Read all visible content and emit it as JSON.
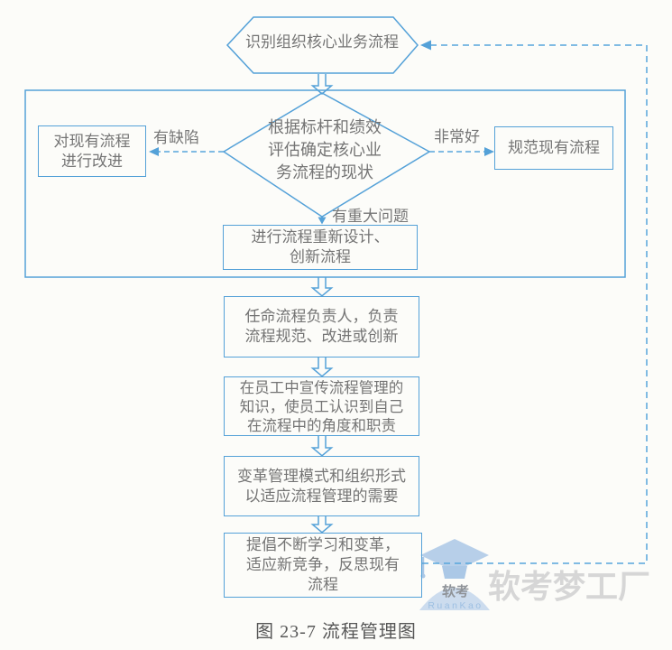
{
  "page": {
    "caption": "图 23-7  流程管理图"
  },
  "flowchart": {
    "colors": {
      "line_blue": "#54a1d8",
      "text_gray": "#747474"
    },
    "nodes": {
      "identify": {
        "label": "识别组织核心业务流程"
      },
      "evaluate": {
        "lines": [
          "根据标杆和绩效",
          "评估确定核心业",
          "务流程的现状"
        ]
      },
      "improve": {
        "lines": [
          "对现有流程",
          "进行改进"
        ]
      },
      "standardize": {
        "label": "规范现有流程"
      },
      "redesign": {
        "lines": [
          "进行流程重新设计、",
          "创新流程"
        ]
      },
      "appoint": {
        "lines": [
          "任命流程负责人，负责",
          "流程规范、改进或创新"
        ]
      },
      "promote": {
        "lines": [
          "在员工中宣传流程管理的",
          "知识，使员工认识到自己",
          "在流程中的角度和职责"
        ]
      },
      "transform": {
        "lines": [
          "变革管理模式和组织形式",
          "以适应流程管理的需要"
        ]
      },
      "advocate": {
        "lines": [
          "提倡不断学习和变革，",
          "适应新竞争，反思现有",
          "流程"
        ]
      }
    },
    "edge_labels": {
      "defective": "有缺陷",
      "very_good": "非常好",
      "major_problem": "有重大问题"
    }
  },
  "watermark": {
    "brand": "软考梦工厂",
    "logo_text": "软考",
    "logo_subtext": "RuanKao"
  }
}
